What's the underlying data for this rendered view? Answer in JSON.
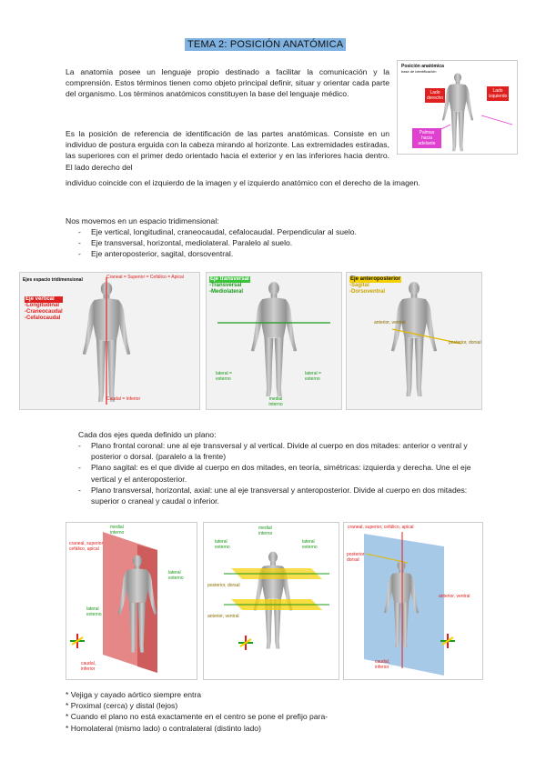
{
  "title": "TEMA 2: POSICIÓN ANATÓMICA",
  "intro_paragraph": "La anatomía posee un lenguaje propio destinado a facilitar la comunicación y la comprensión. Estos términos tienen como objeto principal definir, situar y orientar cada parte del organismo. Los términos anatómicos constituyen la base del lenguaje médico.",
  "reference_paragraph_part1": "Es la posición de referencia de identificación de las partes anatómicas. Consiste en un individuo de postura erguida con la cabeza mirando al horizonte. Las extremidades estiradas, las superiores con el primer dedo orientado hacia el exterior y en las inferiores hacia dentro.  El lado derecho del",
  "reference_paragraph_part2": "individuo coincide con el izquierdo de la imagen y el izquierdo anatómico con el derecho de la imagen.",
  "figure_top": {
    "caption": "Posición anatómica",
    "subcaption": "base de identificación",
    "label_left": "Lado derecho",
    "label_right": "Lado izquierdo",
    "label_bottom": "Palmas hacia adelante"
  },
  "axes_intro": "Nos movemos en un espacio tridimensional:",
  "axes_items": [
    "Eje vertical, longitudinal, craneocaudal, cefalocaudal. Perpendicular al suelo.",
    "Eje transversal, horizontal, mediolateral. Paralelo al suelo.",
    "Eje anteroposterior, sagital, dorsoventral."
  ],
  "fig_axis1": {
    "heading": "Ejes espacio tridimensional",
    "top_label": "Craneal = Superior = Cefálico = Apical",
    "items": [
      "Eje vertical",
      "-Longitudinal",
      "-Craneocaudal",
      "-Cefalocaudal"
    ],
    "bottom_label": "Caudal = Inferior"
  },
  "fig_axis2": {
    "items": [
      "Eje transversal",
      "-Transversal",
      "-Mediolateral"
    ],
    "label_left": "lateral = externo",
    "label_right": "lateral = externo",
    "label_center": "medial interno"
  },
  "fig_axis3": {
    "items": [
      "Eje anteroposterior",
      "-Sagital",
      "-Dorsoventral"
    ],
    "label_left": "anterior, ventral",
    "label_right": "posterior, dorsal"
  },
  "planes_intro": "Cada dos ejes queda definido un plano:",
  "planes_items": [
    "Plano frontal coronal: une al eje transversal y al vertical. Divide al cuerpo en dos mitades: anterior o ventral y posterior o dorsal. (paralelo a la frente)",
    "Plano sagital: es el que divide al cuerpo en dos mitades, en teoría, simétricas: izquierda y derecha. Une el eje vertical y el anteroposterior.",
    "Plano transversal, horizontal, axial: une al eje transversal y anteroposterior. Divide al cuerpo en dos mitades: superior o craneal y caudal o inferior."
  ],
  "fig_plane1": {
    "label_tl": "craneal, superior cefálico, apical",
    "label_top": "medial interno",
    "label_right": "lateral externo",
    "label_left": "lateral externo",
    "label_bottom": "caudal, inferior"
  },
  "fig_plane2": {
    "label_top": "medial interno",
    "label_tl": "lateral externo",
    "label_tr": "lateral externo",
    "label_mid": "posterior, dorsal",
    "label_low": "anterior, ventral"
  },
  "fig_plane3": {
    "label_top": "craneal, superior, cefálico, apical",
    "label_left": "posterior dorsal",
    "label_right": "anterior, ventral",
    "label_bottom": "caudal, inferior"
  },
  "notes": [
    "* Vejiga y cayado aórtico siempre entra",
    "* Proximal (cerca) y distal (lejos)",
    "* Cuando el plano no está exactamente en el centro se pone el prefijo para-",
    "* Homolateral (mismo lado) o contralateral (distinto lado)"
  ],
  "colors": {
    "title_bg": "#7fb2e0",
    "red": "#e0201e",
    "green": "#1a9a1a",
    "yellow": "#f5d000",
    "plane_red": "#e37a7a",
    "plane_blue": "#9dc3e6"
  }
}
